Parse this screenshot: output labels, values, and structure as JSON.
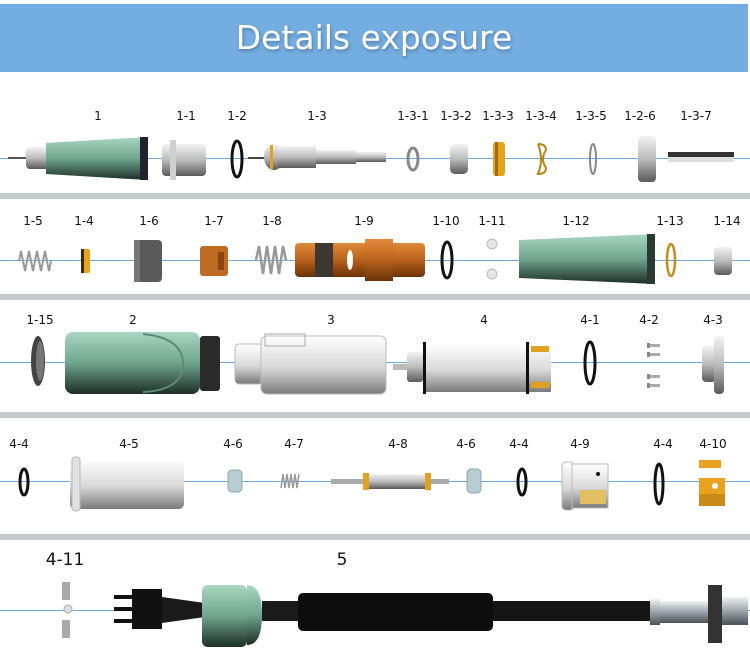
{
  "header": {
    "title": "Details exposure"
  },
  "colors": {
    "header_bg": "#74ade0",
    "axis_line": "#6fa6dc",
    "divider": "#c3cacc",
    "green_shell": "#8fc4ad",
    "brass": "#e0a020",
    "copper": "#b8611c"
  },
  "rows": [
    {
      "labels": [
        "1",
        "1-1",
        "1-2",
        "1-3",
        "1-3-1",
        "1-3-2",
        "1-3-3",
        "1-3-4",
        "1-3-5",
        "1-2-6",
        "1-3-7"
      ]
    },
    {
      "labels": [
        "1-5",
        "1-4",
        "1-6",
        "1-7",
        "1-8",
        "1-9",
        "1-10",
        "1-11",
        "1-12",
        "1-13",
        "1-14"
      ]
    },
    {
      "labels": [
        "1-15",
        "2",
        "3",
        "4",
        "4-1",
        "4-2",
        "4-3"
      ]
    },
    {
      "labels": [
        "4-4",
        "4-5",
        "4-6",
        "4-7",
        "4-8",
        "4-6",
        "4-4",
        "4-9",
        "4-4",
        "4-10"
      ]
    },
    {
      "labels": [
        "4-11",
        "5"
      ]
    }
  ]
}
